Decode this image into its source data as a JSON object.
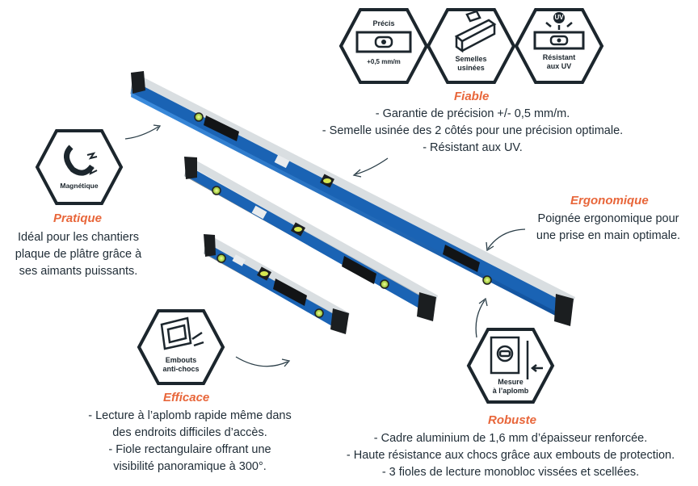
{
  "features": {
    "fiable": {
      "title": "Fiable",
      "lines": [
        "- Garantie de précision +/-  0,5 mm/m.",
        "- Semelle usinée des 2 côtés pour une précision optimale.",
        "- Résistant aux UV."
      ]
    },
    "pratique": {
      "title": "Pratique",
      "lines": [
        "Idéal pour les chantiers",
        "plaque de plâtre grâce à",
        "ses aimants puissants."
      ]
    },
    "ergonomique": {
      "title": "Ergonomique",
      "lines": [
        "Poignée ergonomique pour",
        "une prise en main optimale."
      ]
    },
    "efficace": {
      "title": "Efficace",
      "lines": [
        "- Lecture à l’aplomb rapide même dans",
        "des endroits difficiles d’accès.",
        "- Fiole rectangulaire offrant une",
        "visibilité panoramique à 300°."
      ]
    },
    "robuste": {
      "title": "Robuste",
      "lines": [
        "- Cadre aluminium de 1,6 mm d’épaisseur renforcée.",
        "- Haute résistance aux chocs grâce aux embouts de protection.",
        "- 3 fioles de lecture monobloc  vissées et scellées."
      ]
    }
  },
  "icons": {
    "precis": {
      "label": "Précis",
      "sublabel": "+0,5 mm/m",
      "icon": "bubble-vial-icon"
    },
    "semelles": {
      "label_lines": [
        "Semelles",
        "usinées"
      ],
      "icon": "machined-sole-icon"
    },
    "uv": {
      "top": "UV",
      "label_lines": [
        "Résistant",
        "aux UV"
      ],
      "icon": "uv-resistant-icon"
    },
    "magnetique": {
      "label": "Magnétique",
      "icon": "magnet-icon"
    },
    "embouts": {
      "label_lines": [
        "Embouts",
        "anti-chocs"
      ],
      "icon": "shock-caps-icon"
    },
    "mesure": {
      "label_lines": [
        "Mesure",
        "à l’aplomb"
      ],
      "icon": "plumb-reading-icon"
    }
  },
  "colors": {
    "accent": "#e8663a",
    "level_blue": "#1a63b4",
    "icon_stroke": "#1c262d",
    "arrow": "#2b3e48"
  }
}
